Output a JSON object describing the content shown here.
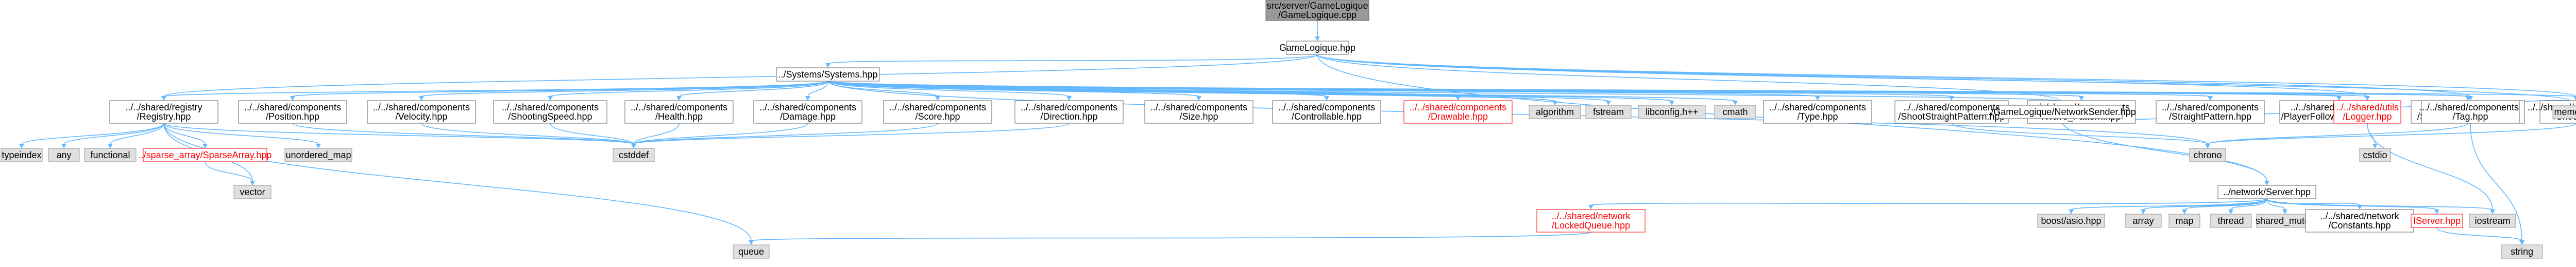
{
  "diagram": {
    "type": "include-dependency-graph",
    "colors": {
      "edge": "#63b8ff",
      "root_fill": "#999999",
      "node_fill": "#ffffff",
      "node_stroke": "#666666",
      "external_fill": "#e0e0e0",
      "external_stroke": "#999999",
      "missing_stroke": "#ff0000",
      "missing_text": "#ff0000",
      "text": "#000000"
    },
    "nodes": [
      {
        "id": "root",
        "kind": "root",
        "lines": [
          "src/server/GameLogique",
          "/GameLogique.cpp"
        ]
      },
      {
        "id": "gamelogique_hpp",
        "kind": "file",
        "lines": [
          "GameLogique.hpp"
        ]
      },
      {
        "id": "systems_hpp",
        "kind": "file",
        "lines": [
          "../Systems/Systems.hpp"
        ]
      },
      {
        "id": "registry",
        "kind": "file",
        "lines": [
          "../../shared/registry",
          "/Registry.hpp"
        ]
      },
      {
        "id": "position",
        "kind": "file",
        "lines": [
          "../../shared/components",
          "/Position.hpp"
        ]
      },
      {
        "id": "velocity",
        "kind": "file",
        "lines": [
          "../../shared/components",
          "/Velocity.hpp"
        ]
      },
      {
        "id": "shootingspeed",
        "kind": "file",
        "lines": [
          "../../shared/components",
          "/ShootingSpeed.hpp"
        ]
      },
      {
        "id": "health",
        "kind": "file",
        "lines": [
          "../../shared/components",
          "/Health.hpp"
        ]
      },
      {
        "id": "damage",
        "kind": "file",
        "lines": [
          "../../shared/components",
          "/Damage.hpp"
        ]
      },
      {
        "id": "score",
        "kind": "file",
        "lines": [
          "../../shared/components",
          "/Score.hpp"
        ]
      },
      {
        "id": "direction",
        "kind": "file",
        "lines": [
          "../../shared/components",
          "/Direction.hpp"
        ]
      },
      {
        "id": "size",
        "kind": "file",
        "lines": [
          "../../shared/components",
          "/Size.hpp"
        ]
      },
      {
        "id": "controllable",
        "kind": "file",
        "lines": [
          "../../shared/components",
          "/Controllable.hpp"
        ]
      },
      {
        "id": "drawable",
        "kind": "missing",
        "lines": [
          "../../shared/components",
          "/Drawable.hpp"
        ]
      },
      {
        "id": "algorithm",
        "kind": "external",
        "lines": [
          "algorithm"
        ]
      },
      {
        "id": "fstream",
        "kind": "external",
        "lines": [
          "fstream"
        ]
      },
      {
        "id": "libconfig",
        "kind": "external",
        "lines": [
          "libconfig.h++"
        ]
      },
      {
        "id": "cmath",
        "kind": "external",
        "lines": [
          "cmath"
        ]
      },
      {
        "id": "type",
        "kind": "file",
        "lines": [
          "../../shared/components",
          "/Type.hpp"
        ]
      },
      {
        "id": "shootstraight",
        "kind": "file",
        "lines": [
          "../../shared/components",
          "/ShootStraightPattern.hpp"
        ]
      },
      {
        "id": "wavepattern",
        "kind": "file",
        "lines": [
          "../../shared/components",
          "/Wave_Pattern.hpp"
        ]
      },
      {
        "id": "straightpattern",
        "kind": "file",
        "lines": [
          "../../shared/components",
          "/StraightPattern.hpp"
        ]
      },
      {
        "id": "playerfollowing",
        "kind": "file",
        "lines": [
          "../../shared/components",
          "/PlayerFollowingPattern.hpp"
        ]
      },
      {
        "id": "shootplayer",
        "kind": "file",
        "lines": [
          "../../shared/components",
          "/ShootPlayerPattern.hpp"
        ]
      },
      {
        "id": "shoot",
        "kind": "file",
        "lines": [
          "../../shared/components",
          "/Shoot.hpp"
        ]
      },
      {
        "id": "networksender",
        "kind": "file",
        "lines": [
          "../GameLogique/NetworkSender.hpp"
        ]
      },
      {
        "id": "logger",
        "kind": "missing",
        "lines": [
          "../../shared/utils",
          "/Logger.hpp"
        ]
      },
      {
        "id": "tag",
        "kind": "file",
        "lines": [
          "../../shared/components",
          "/Tag.hpp"
        ]
      },
      {
        "id": "memory",
        "kind": "external",
        "lines": [
          "memory"
        ]
      },
      {
        "id": "typeindex",
        "kind": "external",
        "lines": [
          "typeindex"
        ]
      },
      {
        "id": "any",
        "kind": "external",
        "lines": [
          "any"
        ]
      },
      {
        "id": "functional",
        "kind": "external",
        "lines": [
          "functional"
        ]
      },
      {
        "id": "sparsearray",
        "kind": "missing",
        "lines": [
          "../sparse_array/SparseArray.hpp"
        ]
      },
      {
        "id": "unordered_map",
        "kind": "external",
        "lines": [
          "unordered_map"
        ]
      },
      {
        "id": "cstddef",
        "kind": "external",
        "lines": [
          "cstddef"
        ]
      },
      {
        "id": "vector",
        "kind": "external",
        "lines": [
          "vector"
        ]
      },
      {
        "id": "queue",
        "kind": "external",
        "lines": [
          "queue"
        ]
      },
      {
        "id": "chrono",
        "kind": "external",
        "lines": [
          "chrono"
        ]
      },
      {
        "id": "networkserver",
        "kind": "file",
        "lines": [
          "../network/Server.hpp"
        ]
      },
      {
        "id": "lockedqueue",
        "kind": "missing",
        "lines": [
          "../../shared/network",
          "/LockedQueue.hpp"
        ]
      },
      {
        "id": "boostasio",
        "kind": "external",
        "lines": [
          "boost/asio.hpp"
        ]
      },
      {
        "id": "array",
        "kind": "external",
        "lines": [
          "array"
        ]
      },
      {
        "id": "map",
        "kind": "external",
        "lines": [
          "map"
        ]
      },
      {
        "id": "thread",
        "kind": "external",
        "lines": [
          "thread"
        ]
      },
      {
        "id": "shared_mutex",
        "kind": "external",
        "lines": [
          "shared_mutex"
        ]
      },
      {
        "id": "constants",
        "kind": "file",
        "lines": [
          "../../shared/network",
          "/Constants.hpp"
        ]
      },
      {
        "id": "iserver",
        "kind": "missing",
        "lines": [
          "IServer.hpp"
        ]
      },
      {
        "id": "iostream",
        "kind": "external",
        "lines": [
          "iostream"
        ]
      },
      {
        "id": "cstdio",
        "kind": "external",
        "lines": [
          "cstdio"
        ]
      },
      {
        "id": "string",
        "kind": "external",
        "lines": [
          "string"
        ]
      }
    ],
    "edges": [
      [
        "root",
        "gamelogique_hpp"
      ],
      [
        "gamelogique_hpp",
        "systems_hpp"
      ],
      [
        "gamelogique_hpp",
        "registry"
      ],
      [
        "gamelogique_hpp",
        "shoot"
      ],
      [
        "gamelogique_hpp",
        "networksender"
      ],
      [
        "gamelogique_hpp",
        "logger"
      ],
      [
        "gamelogique_hpp",
        "tag"
      ],
      [
        "gamelogique_hpp",
        "memory"
      ],
      [
        "gamelogique_hpp",
        "networkserver"
      ],
      [
        "systems_hpp",
        "registry"
      ],
      [
        "systems_hpp",
        "position"
      ],
      [
        "systems_hpp",
        "velocity"
      ],
      [
        "systems_hpp",
        "shootingspeed"
      ],
      [
        "systems_hpp",
        "health"
      ],
      [
        "systems_hpp",
        "damage"
      ],
      [
        "systems_hpp",
        "score"
      ],
      [
        "systems_hpp",
        "direction"
      ],
      [
        "systems_hpp",
        "size"
      ],
      [
        "systems_hpp",
        "controllable"
      ],
      [
        "systems_hpp",
        "drawable"
      ],
      [
        "systems_hpp",
        "algorithm"
      ],
      [
        "systems_hpp",
        "fstream"
      ],
      [
        "systems_hpp",
        "libconfig"
      ],
      [
        "systems_hpp",
        "cmath"
      ],
      [
        "systems_hpp",
        "type"
      ],
      [
        "systems_hpp",
        "shootstraight"
      ],
      [
        "systems_hpp",
        "wavepattern"
      ],
      [
        "systems_hpp",
        "straightpattern"
      ],
      [
        "systems_hpp",
        "playerfollowing"
      ],
      [
        "systems_hpp",
        "shootplayer"
      ],
      [
        "systems_hpp",
        "shoot"
      ],
      [
        "systems_hpp",
        "networksender"
      ],
      [
        "systems_hpp",
        "logger"
      ],
      [
        "systems_hpp",
        "tag"
      ],
      [
        "systems_hpp",
        "chrono"
      ],
      [
        "registry",
        "typeindex"
      ],
      [
        "registry",
        "any"
      ],
      [
        "registry",
        "functional"
      ],
      [
        "registry",
        "sparsearray"
      ],
      [
        "registry",
        "unordered_map"
      ],
      [
        "registry",
        "cstddef"
      ],
      [
        "registry",
        "queue"
      ],
      [
        "registry",
        "vector"
      ],
      [
        "sparsearray",
        "vector"
      ],
      [
        "position",
        "cstddef"
      ],
      [
        "velocity",
        "cstddef"
      ],
      [
        "shootingspeed",
        "cstddef"
      ],
      [
        "health",
        "cstddef"
      ],
      [
        "damage",
        "cstddef"
      ],
      [
        "score",
        "cstddef"
      ],
      [
        "direction",
        "cstddef"
      ],
      [
        "shootplayer",
        "chrono"
      ],
      [
        "shoot",
        "chrono"
      ],
      [
        "shootstraight",
        "chrono"
      ],
      [
        "networksender",
        "networkserver"
      ],
      [
        "networksender",
        "memory"
      ],
      [
        "logger",
        "cstdio"
      ],
      [
        "logger",
        "iostream"
      ],
      [
        "tag",
        "string"
      ],
      [
        "networkserver",
        "lockedqueue"
      ],
      [
        "networkserver",
        "boostasio"
      ],
      [
        "networkserver",
        "array"
      ],
      [
        "networkserver",
        "map"
      ],
      [
        "networkserver",
        "thread"
      ],
      [
        "networkserver",
        "shared_mutex"
      ],
      [
        "networkserver",
        "constants"
      ],
      [
        "networkserver",
        "iserver"
      ],
      [
        "networkserver",
        "iostream"
      ],
      [
        "lockedqueue",
        "queue"
      ],
      [
        "iserver",
        "string"
      ]
    ]
  }
}
